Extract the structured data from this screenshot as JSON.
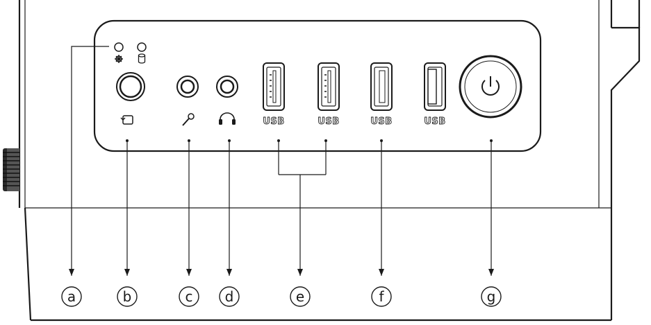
{
  "ports": [
    {
      "id": "a",
      "label": "a"
    },
    {
      "id": "b",
      "label": "b"
    },
    {
      "id": "c",
      "label": "c"
    },
    {
      "id": "d",
      "label": "d"
    },
    {
      "id": "e",
      "label": "e"
    },
    {
      "id": "f",
      "label": "f"
    },
    {
      "id": "g",
      "label": "g"
    }
  ],
  "usb_text": [
    "USB",
    "USB",
    "USB",
    "USB"
  ]
}
